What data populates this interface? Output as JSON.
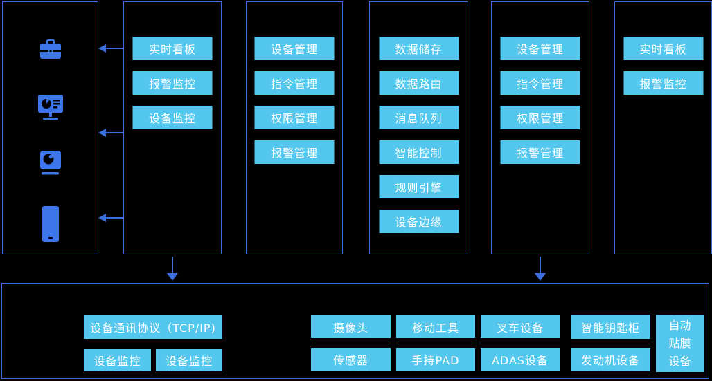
{
  "colors": {
    "background": "#000000",
    "panel_border": "#3B6FE0",
    "chip_fill": "#53C7ED",
    "chip_text": "#FFFFFF",
    "icon_blue": "#3C76E8",
    "arrow": "#3B6FE0"
  },
  "terminal_panel": {
    "icons": [
      "briefcase-icon",
      "dashboard-monitor-icon",
      "camera-icon",
      "mobile-phone-icon"
    ]
  },
  "columns": [
    {
      "id": "apps-left",
      "items": [
        "实时看板",
        "报警监控",
        "设备监控"
      ]
    },
    {
      "id": "mgmt-left",
      "items": [
        "设备管理",
        "指令管理",
        "权限管理",
        "报警管理"
      ]
    },
    {
      "id": "core",
      "items": [
        "数据储存",
        "数据路由",
        "消息队列",
        "智能控制",
        "规则引擎",
        "设备边缘"
      ]
    },
    {
      "id": "mgmt-right",
      "items": [
        "设备管理",
        "指令管理",
        "权限管理",
        "报警管理"
      ]
    },
    {
      "id": "apps-right",
      "items": [
        "实时看板",
        "报警监控"
      ]
    }
  ],
  "bottom": {
    "protocol": "设备通讯协议（TCP/IP)",
    "monitor_left": "设备监控",
    "monitor_right": "设备监控",
    "camera": "摄像头",
    "mobile_tool": "移动工具",
    "forklift": "叉车设备",
    "smart_key_cabinet": "智能钥匙柜",
    "sensor": "传感器",
    "handheld_pad": "手持PAD",
    "adas": "ADAS设备",
    "engine": "发动机设备",
    "film_device_lines": [
      "自动",
      "贴膜",
      "设备"
    ]
  }
}
